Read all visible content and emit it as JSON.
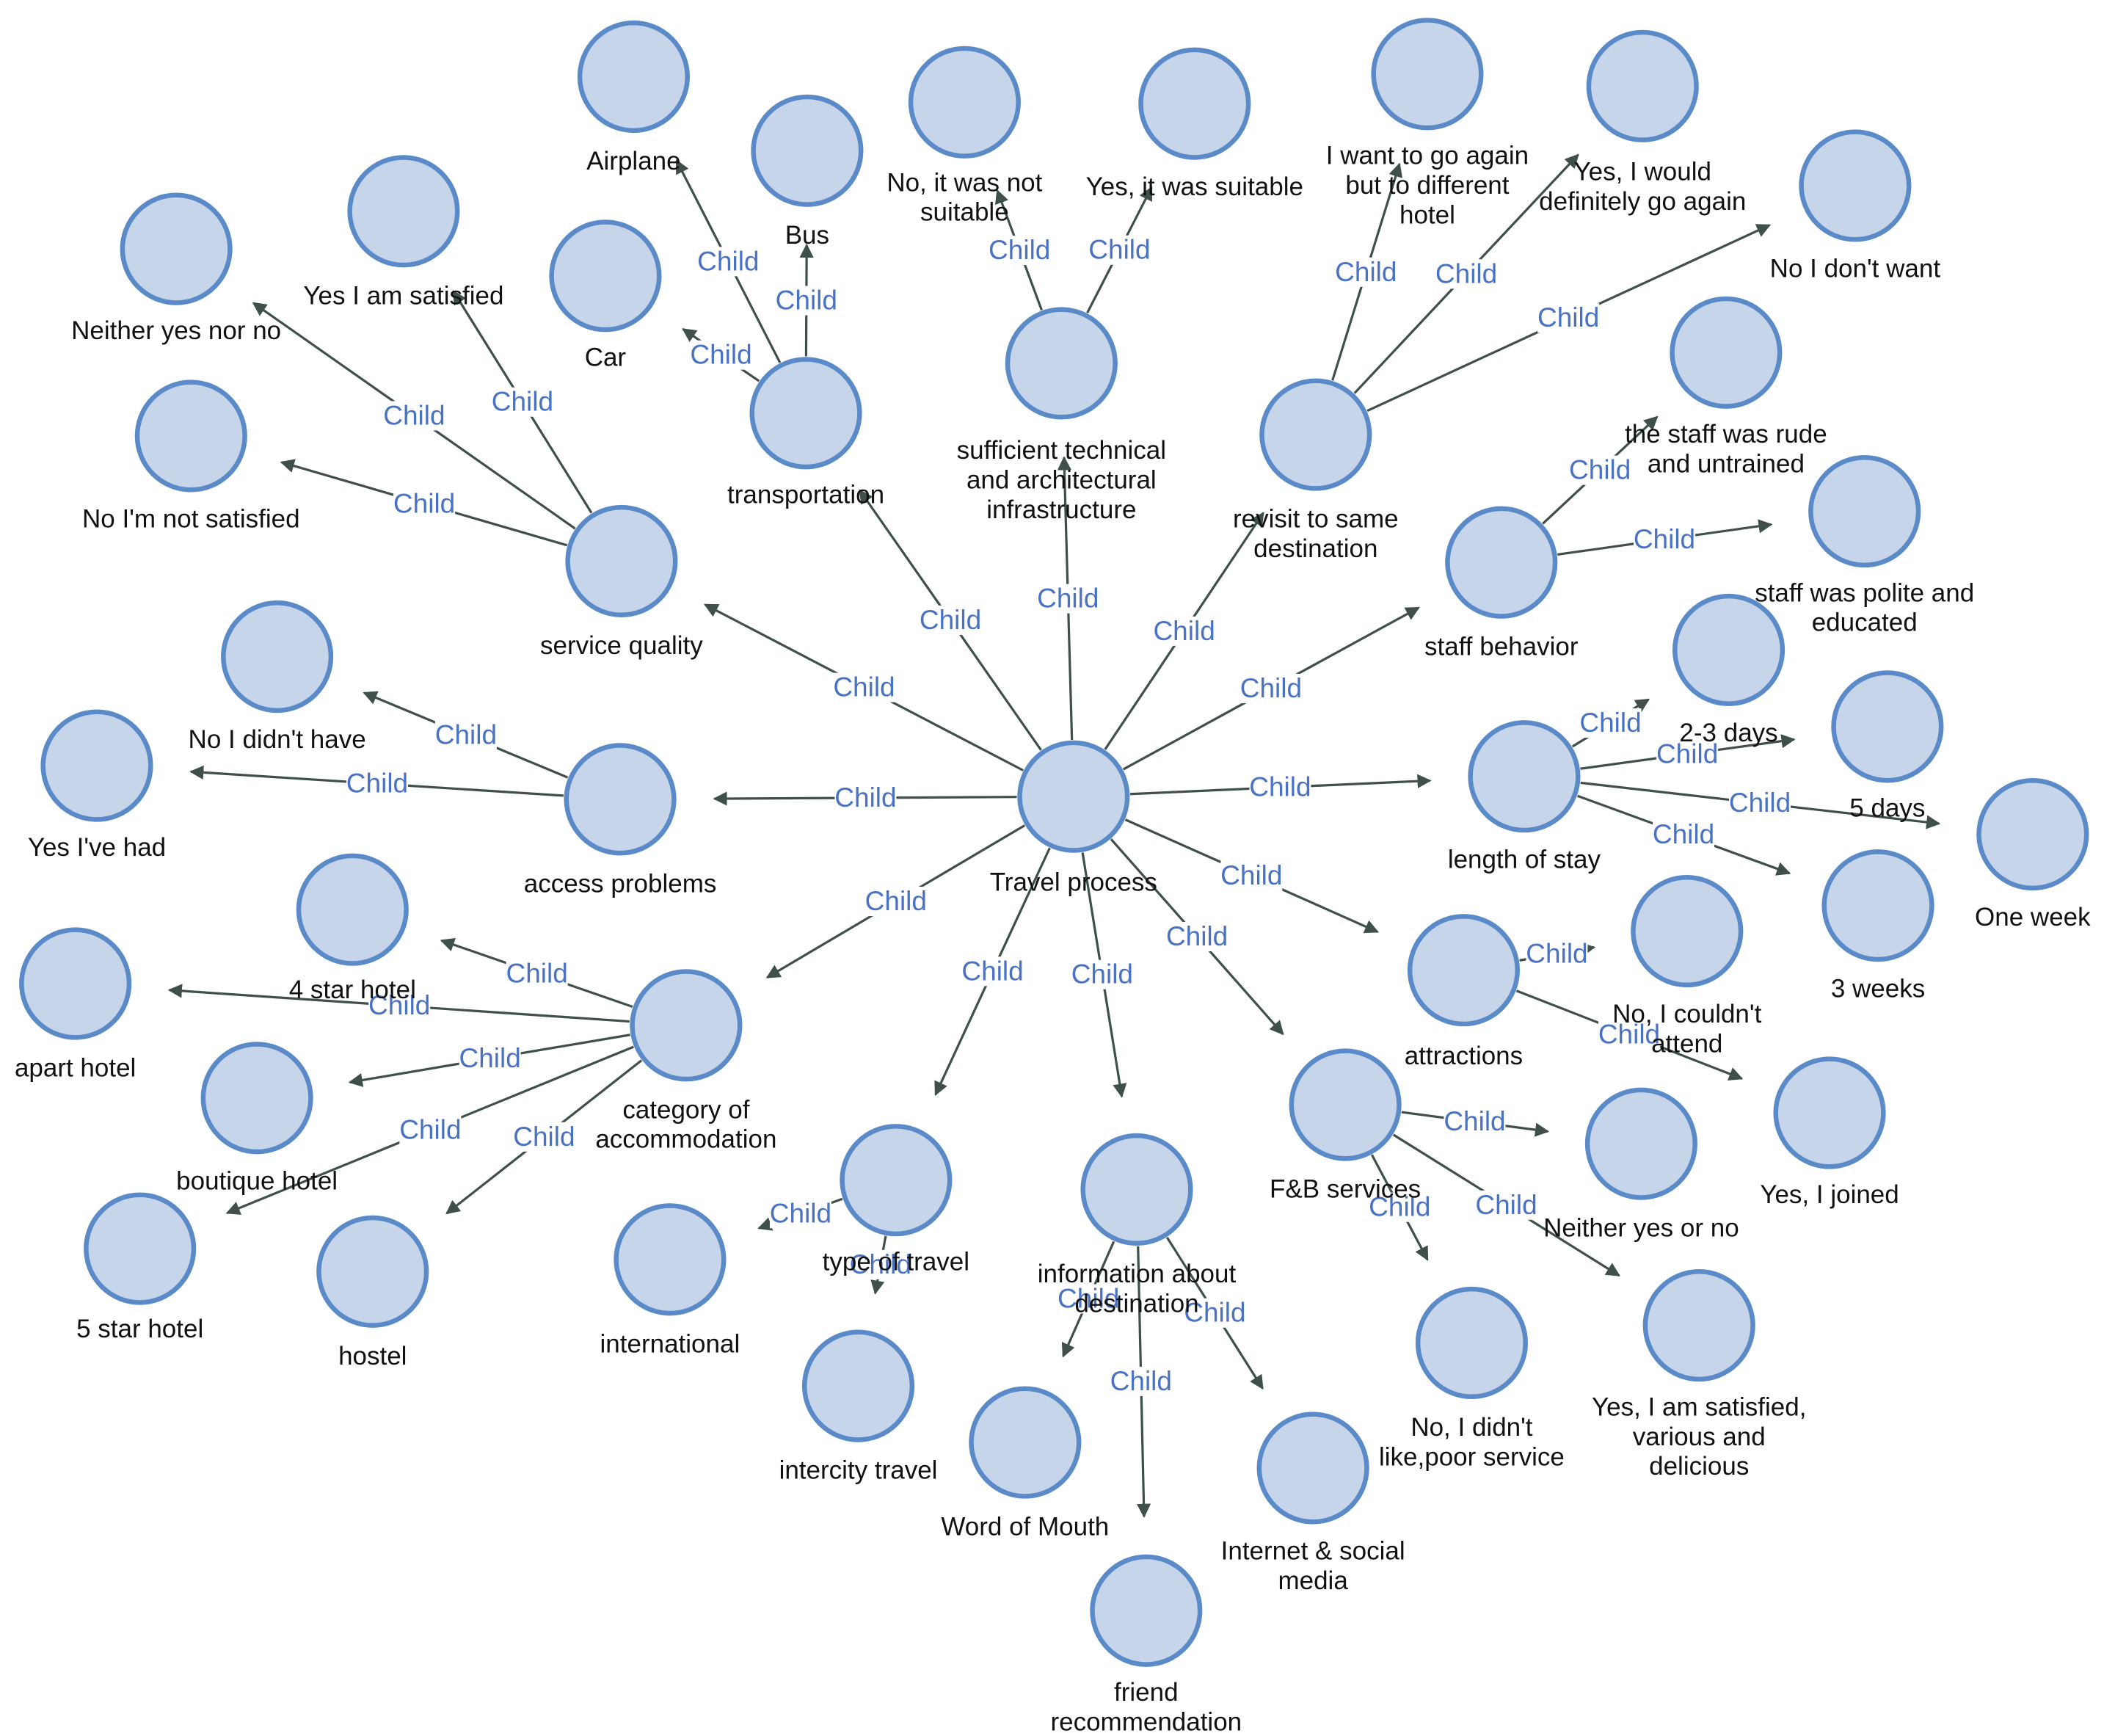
{
  "edge_label": "Child",
  "nodes": [
    {
      "id": "travel",
      "label": [
        "Travel process"
      ]
    },
    {
      "id": "transportation",
      "label": [
        "transportation"
      ]
    },
    {
      "id": "airplane",
      "label": [
        "Airplane"
      ]
    },
    {
      "id": "bus",
      "label": [
        "Bus"
      ]
    },
    {
      "id": "car",
      "label": [
        "Car"
      ]
    },
    {
      "id": "infra",
      "label": [
        "sufficient technical",
        "and architectural",
        "infrastructure"
      ]
    },
    {
      "id": "not_suitable",
      "label": [
        "No, it was not",
        "suitable"
      ]
    },
    {
      "id": "suitable",
      "label": [
        "Yes, it was suitable"
      ]
    },
    {
      "id": "revisit",
      "label": [
        "revisit to same",
        "destination"
      ]
    },
    {
      "id": "diff_hotel",
      "label": [
        "I want to go again",
        "but to different",
        "hotel"
      ]
    },
    {
      "id": "go_again",
      "label": [
        "Yes, I would",
        "definitely go again"
      ]
    },
    {
      "id": "dont_want",
      "label": [
        "No I don't want"
      ]
    },
    {
      "id": "staff",
      "label": [
        "staff behavior"
      ]
    },
    {
      "id": "rude",
      "label": [
        "the staff was rude",
        "and untrained"
      ]
    },
    {
      "id": "polite",
      "label": [
        "staff was polite and",
        "educated"
      ]
    },
    {
      "id": "stay",
      "label": [
        "length of stay"
      ]
    },
    {
      "id": "d23",
      "label": [
        "2-3 days"
      ]
    },
    {
      "id": "d5",
      "label": [
        "5 days"
      ]
    },
    {
      "id": "week1",
      "label": [
        "One week"
      ]
    },
    {
      "id": "weeks3",
      "label": [
        "3 weeks"
      ]
    },
    {
      "id": "attractions",
      "label": [
        "attractions"
      ]
    },
    {
      "id": "couldnt",
      "label": [
        "No, I couldn't",
        "attend"
      ]
    },
    {
      "id": "joined",
      "label": [
        "Yes, I joined"
      ]
    },
    {
      "id": "fb",
      "label": [
        "F&B services"
      ]
    },
    {
      "id": "neither_fb",
      "label": [
        "Neither yes or no"
      ]
    },
    {
      "id": "poor",
      "label": [
        "No, I didn't",
        "like,poor service"
      ]
    },
    {
      "id": "delicious",
      "label": [
        "Yes, I am satisfied,",
        "various and",
        "delicious"
      ]
    },
    {
      "id": "info",
      "label": [
        "information about",
        "destination"
      ]
    },
    {
      "id": "wom",
      "label": [
        "Word of Mouth"
      ]
    },
    {
      "id": "friend",
      "label": [
        "friend",
        "recommendation"
      ]
    },
    {
      "id": "internet",
      "label": [
        "Internet & social",
        "media"
      ]
    },
    {
      "id": "type",
      "label": [
        "type of travel"
      ]
    },
    {
      "id": "international",
      "label": [
        "international"
      ]
    },
    {
      "id": "intercity",
      "label": [
        "intercity travel"
      ]
    },
    {
      "id": "category",
      "label": [
        "category of",
        "accommodation"
      ]
    },
    {
      "id": "star4",
      "label": [
        "4 star hotel"
      ]
    },
    {
      "id": "apart",
      "label": [
        "apart hotel"
      ]
    },
    {
      "id": "boutique",
      "label": [
        "boutique hotel"
      ]
    },
    {
      "id": "star5",
      "label": [
        "5 star hotel"
      ]
    },
    {
      "id": "hostel",
      "label": [
        "hostel"
      ]
    },
    {
      "id": "access",
      "label": [
        "access problems"
      ]
    },
    {
      "id": "didnt_have",
      "label": [
        "No I didn't have"
      ]
    },
    {
      "id": "had",
      "label": [
        "Yes I've had"
      ]
    },
    {
      "id": "service",
      "label": [
        "service quality"
      ]
    },
    {
      "id": "neither_sq",
      "label": [
        "Neither yes nor no"
      ]
    },
    {
      "id": "satisfied",
      "label": [
        "Yes I am satisfied"
      ]
    },
    {
      "id": "not_satisfied",
      "label": [
        "No I'm not satisfied"
      ]
    }
  ],
  "edges": [
    [
      "travel",
      "transportation"
    ],
    [
      "travel",
      "infra"
    ],
    [
      "travel",
      "revisit"
    ],
    [
      "travel",
      "staff"
    ],
    [
      "travel",
      "stay"
    ],
    [
      "travel",
      "attractions"
    ],
    [
      "travel",
      "fb"
    ],
    [
      "travel",
      "info"
    ],
    [
      "travel",
      "type"
    ],
    [
      "travel",
      "category"
    ],
    [
      "travel",
      "access"
    ],
    [
      "travel",
      "service"
    ],
    [
      "transportation",
      "airplane"
    ],
    [
      "transportation",
      "bus"
    ],
    [
      "transportation",
      "car"
    ],
    [
      "infra",
      "not_suitable"
    ],
    [
      "infra",
      "suitable"
    ],
    [
      "revisit",
      "diff_hotel"
    ],
    [
      "revisit",
      "go_again"
    ],
    [
      "revisit",
      "dont_want"
    ],
    [
      "staff",
      "rude"
    ],
    [
      "staff",
      "polite"
    ],
    [
      "stay",
      "d23"
    ],
    [
      "stay",
      "d5"
    ],
    [
      "stay",
      "week1"
    ],
    [
      "stay",
      "weeks3"
    ],
    [
      "attractions",
      "couldnt"
    ],
    [
      "attractions",
      "joined"
    ],
    [
      "fb",
      "neither_fb"
    ],
    [
      "fb",
      "poor"
    ],
    [
      "fb",
      "delicious"
    ],
    [
      "info",
      "wom"
    ],
    [
      "info",
      "friend"
    ],
    [
      "info",
      "internet"
    ],
    [
      "type",
      "international"
    ],
    [
      "type",
      "intercity"
    ],
    [
      "category",
      "star4"
    ],
    [
      "category",
      "apart"
    ],
    [
      "category",
      "boutique"
    ],
    [
      "category",
      "star5"
    ],
    [
      "category",
      "hostel"
    ],
    [
      "access",
      "didnt_have"
    ],
    [
      "access",
      "had"
    ],
    [
      "service",
      "neither_sq"
    ],
    [
      "service",
      "satisfied"
    ],
    [
      "service",
      "not_satisfied"
    ]
  ]
}
